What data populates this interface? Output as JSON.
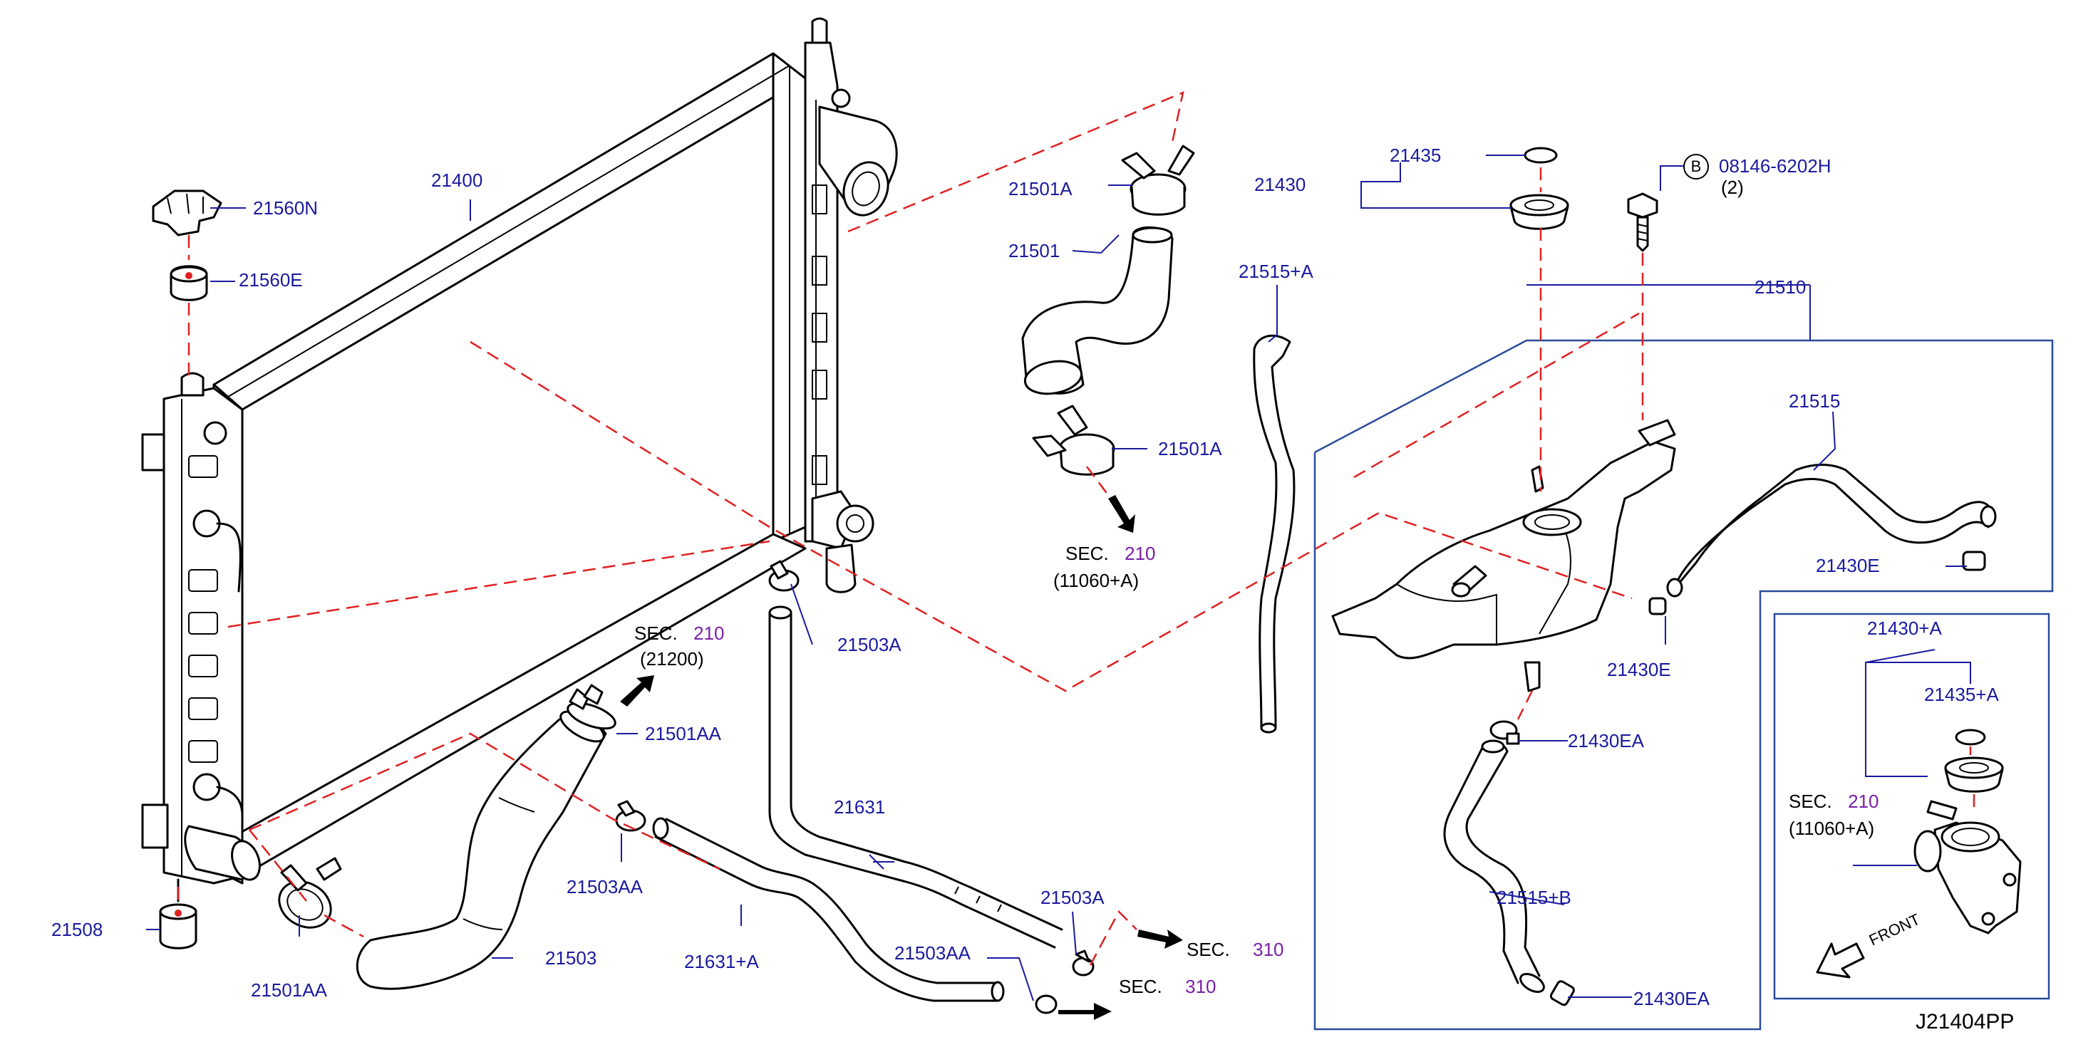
{
  "diagram_id": "J21404PP",
  "bolt_circle": "B",
  "bolt_part": "08146-6202H",
  "bolt_qty": "(2)",
  "front_label": "FRONT",
  "labels": {
    "p21400": "21400",
    "p21560N": "21560N",
    "p21560E": "21560E",
    "p21508": "21508",
    "p21501AA_low": "21501AA",
    "p21503": "21503",
    "p21501AA_mid": "21501AA",
    "p21503AA_mid": "21503AA",
    "p21631A": "21631+A",
    "p21503AA_low": "21503AA",
    "p21503A_mid": "21503A",
    "p21631": "21631",
    "p21503A_low": "21503A",
    "p21501A_top": "21501A",
    "p21501": "21501",
    "p21501A_mid": "21501A",
    "p21515A": "21515+A",
    "p21430": "21430",
    "p21435": "21435",
    "p21510": "21510",
    "p21515": "21515",
    "p21430E_right": "21430E",
    "p21430E_mid": "21430E",
    "p21430EA_mid": "21430EA",
    "p21515B": "21515+B",
    "p21430EA_low": "21430EA",
    "p21430A": "21430+A",
    "p21435A": "21435+A"
  },
  "sections": {
    "sec210_top": {
      "sec": "SEC.",
      "num": "210",
      "sub": "(11060+A)"
    },
    "sec210_mid": {
      "sec": "SEC.",
      "num": "210",
      "sub": "(21200)"
    },
    "sec310_a": {
      "sec": "SEC.",
      "num": "310"
    },
    "sec310_b": {
      "sec": "SEC.",
      "num": "310"
    },
    "sec210_inset": {
      "sec": "SEC.",
      "num": "210",
      "sub": "(11060+A)"
    }
  }
}
